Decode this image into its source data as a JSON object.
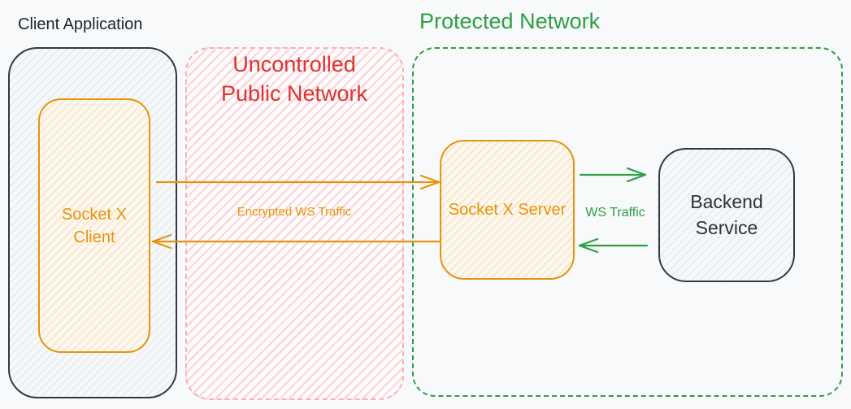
{
  "client": {
    "label": "Client Application",
    "socket_client_label": "Socket X Client"
  },
  "public_network": {
    "title": "Uncontrolled Public Network",
    "traffic_label": "Encrypted WS Traffic"
  },
  "protected_network": {
    "title": "Protected Network",
    "server_label": "Socket X Server",
    "backend_label": "Backend Service",
    "traffic_label": "WS Traffic"
  },
  "colors": {
    "orange": "#e8930c",
    "red": "#e03131",
    "pink_hatch": "#f5b2ba",
    "green": "#2f9e44",
    "dark": "#343a40",
    "background": "#f8f9fa"
  }
}
